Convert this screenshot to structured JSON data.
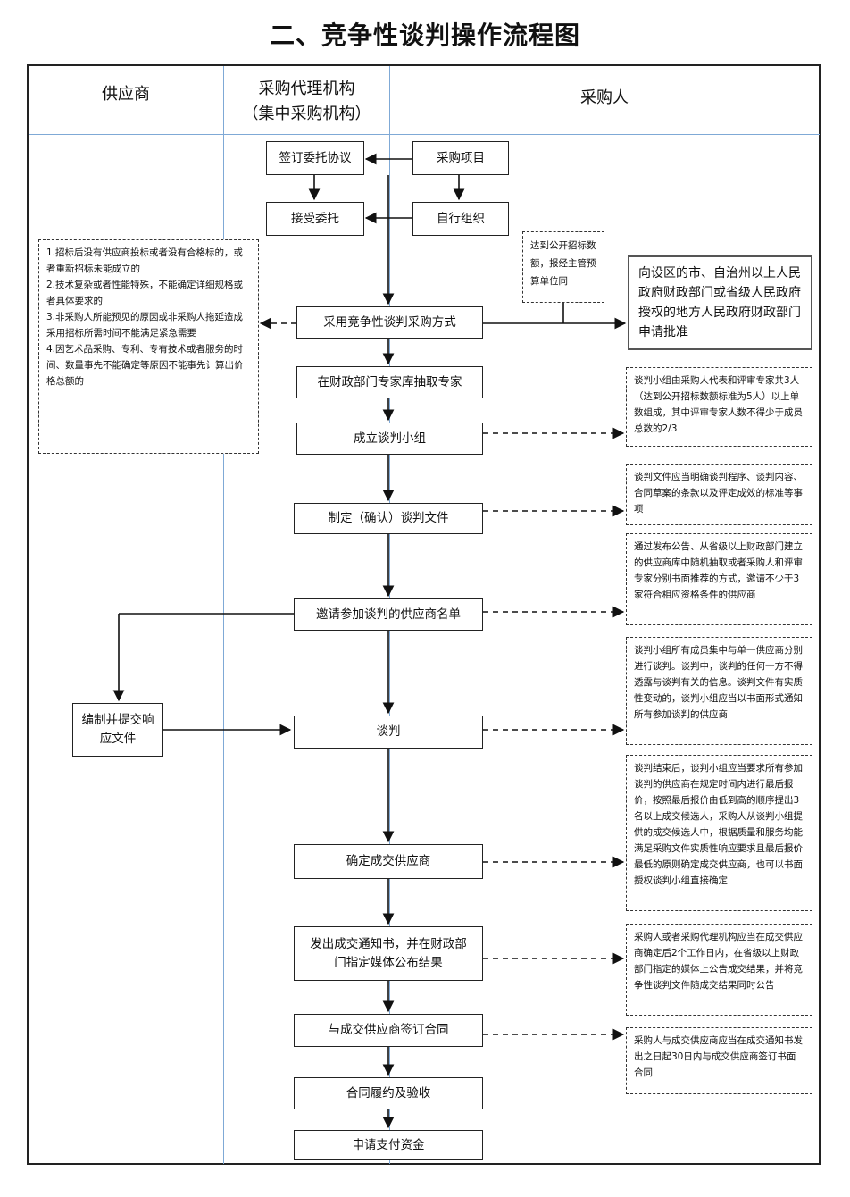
{
  "title": "二、竞争性谈判操作流程图",
  "lanes": {
    "supplier": "供应商",
    "agency_line1": "采购代理机构",
    "agency_line2": "（集中采购机构）",
    "purchaser": "采购人"
  },
  "steps": {
    "sign_agreement": "签订委托协议",
    "procurement_project": "采购项目",
    "accept_entrustment": "接受委托",
    "self_organize": "自行组织",
    "adopt_method": "采用竞争性谈判采购方式",
    "draw_experts": "在财政部门专家库抽取专家",
    "form_team": "成立谈判小组",
    "prepare_docs": "制定（确认）谈判文件",
    "invite_list": "邀请参加谈判的供应商名单",
    "prepare_response": "编制并提交响应文件",
    "negotiate": "谈判",
    "determine_supplier": "确定成交供应商",
    "issue_notice": "发出成交通知书，并在财政部门指定媒体公布结果",
    "sign_contract": "与成交供应商签订合同",
    "perform_accept": "合同履约及验收",
    "apply_payment": "申请支付资金"
  },
  "notes": {
    "conditions": [
      "1.招标后没有供应商投标或者没有合格标的，或者重新招标未能成立的",
      "2.技术复杂或者性能特殊，不能确定详细规格或者具体要求的",
      "3.非采购人所能预见的原因或非采购人拖延造成采用招标所需时间不能满足紧急需要",
      "4.因艺术品采购、专利、专有技术或者服务的时间、数量事先不能确定等原因不能事先计算出价格总额的"
    ],
    "threshold": "达到公开招标数额，报经主管预算单位同",
    "approval": "向设区的市、自治州以上人民政府财政部门或省级人民政府授权的地方人民政府财政部门申请批准",
    "team_composition": "谈判小组由采购人代表和评审专家共3人（达到公开招标数额标准为5人）以上单数组成，其中评审专家人数不得少于成员总数的2/3",
    "doc_content": "谈判文件应当明确谈判程序、谈判内容、合同草案的条款以及评定成效的标准等事项",
    "invitation_method": "通过发布公告、从省级以上财政部门建立的供应商库中随机抽取或者采购人和评审专家分别书面推荐的方式，邀请不少于3家符合相应资格条件的供应商",
    "negotiation_rules": "谈判小组所有成员集中与单一供应商分别进行谈判。谈判中，谈判的任何一方不得透露与谈判有关的信息。谈判文件有实质性变动的，谈判小组应当以书面形式通知所有参加谈判的供应商",
    "award_rules": "谈判结束后，谈判小组应当要求所有参加谈判的供应商在规定时间内进行最后报价，按照最后报价由低到高的顺序提出3名以上成交候选人，采购人从谈判小组提供的成交候选人中，根据质量和服务均能满足采购文件实质性响应要求且最后报价最低的原则确定成交供应商，也可以书面授权谈判小组直接确定",
    "publish_rules": "采购人或者采购代理机构应当在成交供应商确定后2个工作日内，在省级以上财政部门指定的媒体上公告成交结果，并将竞争性谈判文件随成交结果同时公告",
    "contract_rules": "采购人与成交供应商应当在成交通知书发出之日起30日内与成交供应商签订书面合同"
  }
}
